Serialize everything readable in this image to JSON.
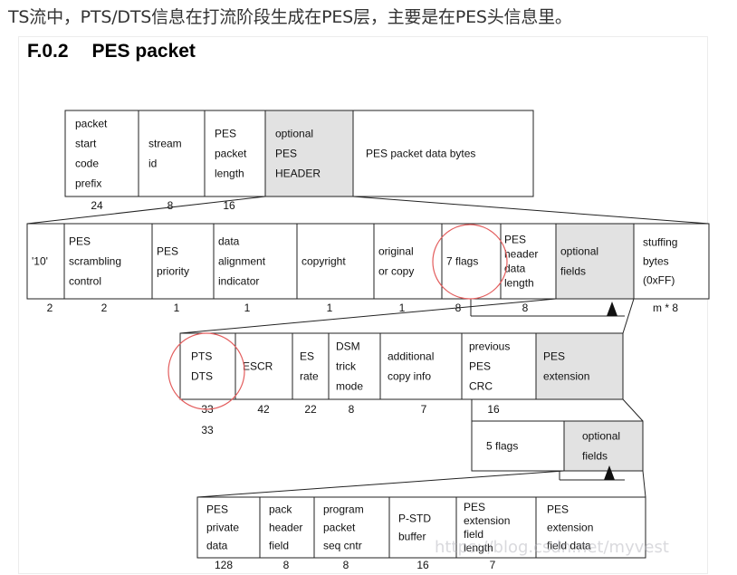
{
  "intro_text": "TS流中，PTS/DTS信息在打流阶段生成在PES层，主要是在PES头信息里。",
  "section": {
    "number": "F.0.2",
    "title": "PES packet"
  },
  "row1": {
    "cells": [
      [
        "packet",
        "start",
        "code",
        "prefix"
      ],
      [
        "stream",
        "id"
      ],
      [
        "PES",
        "packet",
        "length"
      ],
      [
        "optional",
        "PES",
        "HEADER"
      ],
      [
        "PES packet data bytes"
      ]
    ],
    "bits": [
      "24",
      "8",
      "16"
    ]
  },
  "row2": {
    "cells": [
      [
        "'10'"
      ],
      [
        "PES",
        "scrambling",
        "control"
      ],
      [
        "PES",
        "priority"
      ],
      [
        "data",
        "alignment",
        "indicator"
      ],
      [
        "copyright"
      ],
      [
        "original",
        "or copy"
      ],
      [
        "7 flags"
      ],
      [
        "PES",
        "header",
        "data",
        "length"
      ],
      [
        "optional",
        "fields"
      ],
      [
        "stuffing",
        "bytes",
        "(0xFF)"
      ]
    ],
    "bits": [
      "2",
      "2",
      "1",
      "1",
      "1",
      "1",
      "8",
      "8",
      "m * 8"
    ]
  },
  "row3": {
    "cells": [
      [
        "PTS",
        "DTS"
      ],
      [
        "ESCR"
      ],
      [
        "ES",
        "rate"
      ],
      [
        "DSM",
        "trick",
        "mode"
      ],
      [
        "additional",
        "copy info"
      ],
      [
        "previous",
        "PES",
        "CRC"
      ],
      [
        "PES",
        "extension"
      ]
    ],
    "bits": [
      "33",
      "42",
      "22",
      "8",
      "7",
      "16"
    ],
    "bits_second_line": "33"
  },
  "row4": {
    "cells": [
      [
        "5 flags"
      ],
      [
        "optional",
        "fields"
      ]
    ]
  },
  "row5": {
    "cells": [
      [
        "PES",
        "private",
        "data"
      ],
      [
        "pack",
        "header",
        "field"
      ],
      [
        "program",
        "packet",
        "seq cntr"
      ],
      [
        "P-STD",
        "buffer"
      ],
      [
        "PES",
        "extension",
        "field",
        "length"
      ],
      [
        "PES",
        "extension",
        "field data"
      ]
    ],
    "bits": [
      "128",
      "8",
      "8",
      "16",
      "7"
    ]
  },
  "watermark": "https://blog.csdn.net/myvest",
  "colors": {
    "shaded_cell": "#e2e2e2",
    "highlight_circle": "#e35d5d",
    "line": "#222222"
  }
}
